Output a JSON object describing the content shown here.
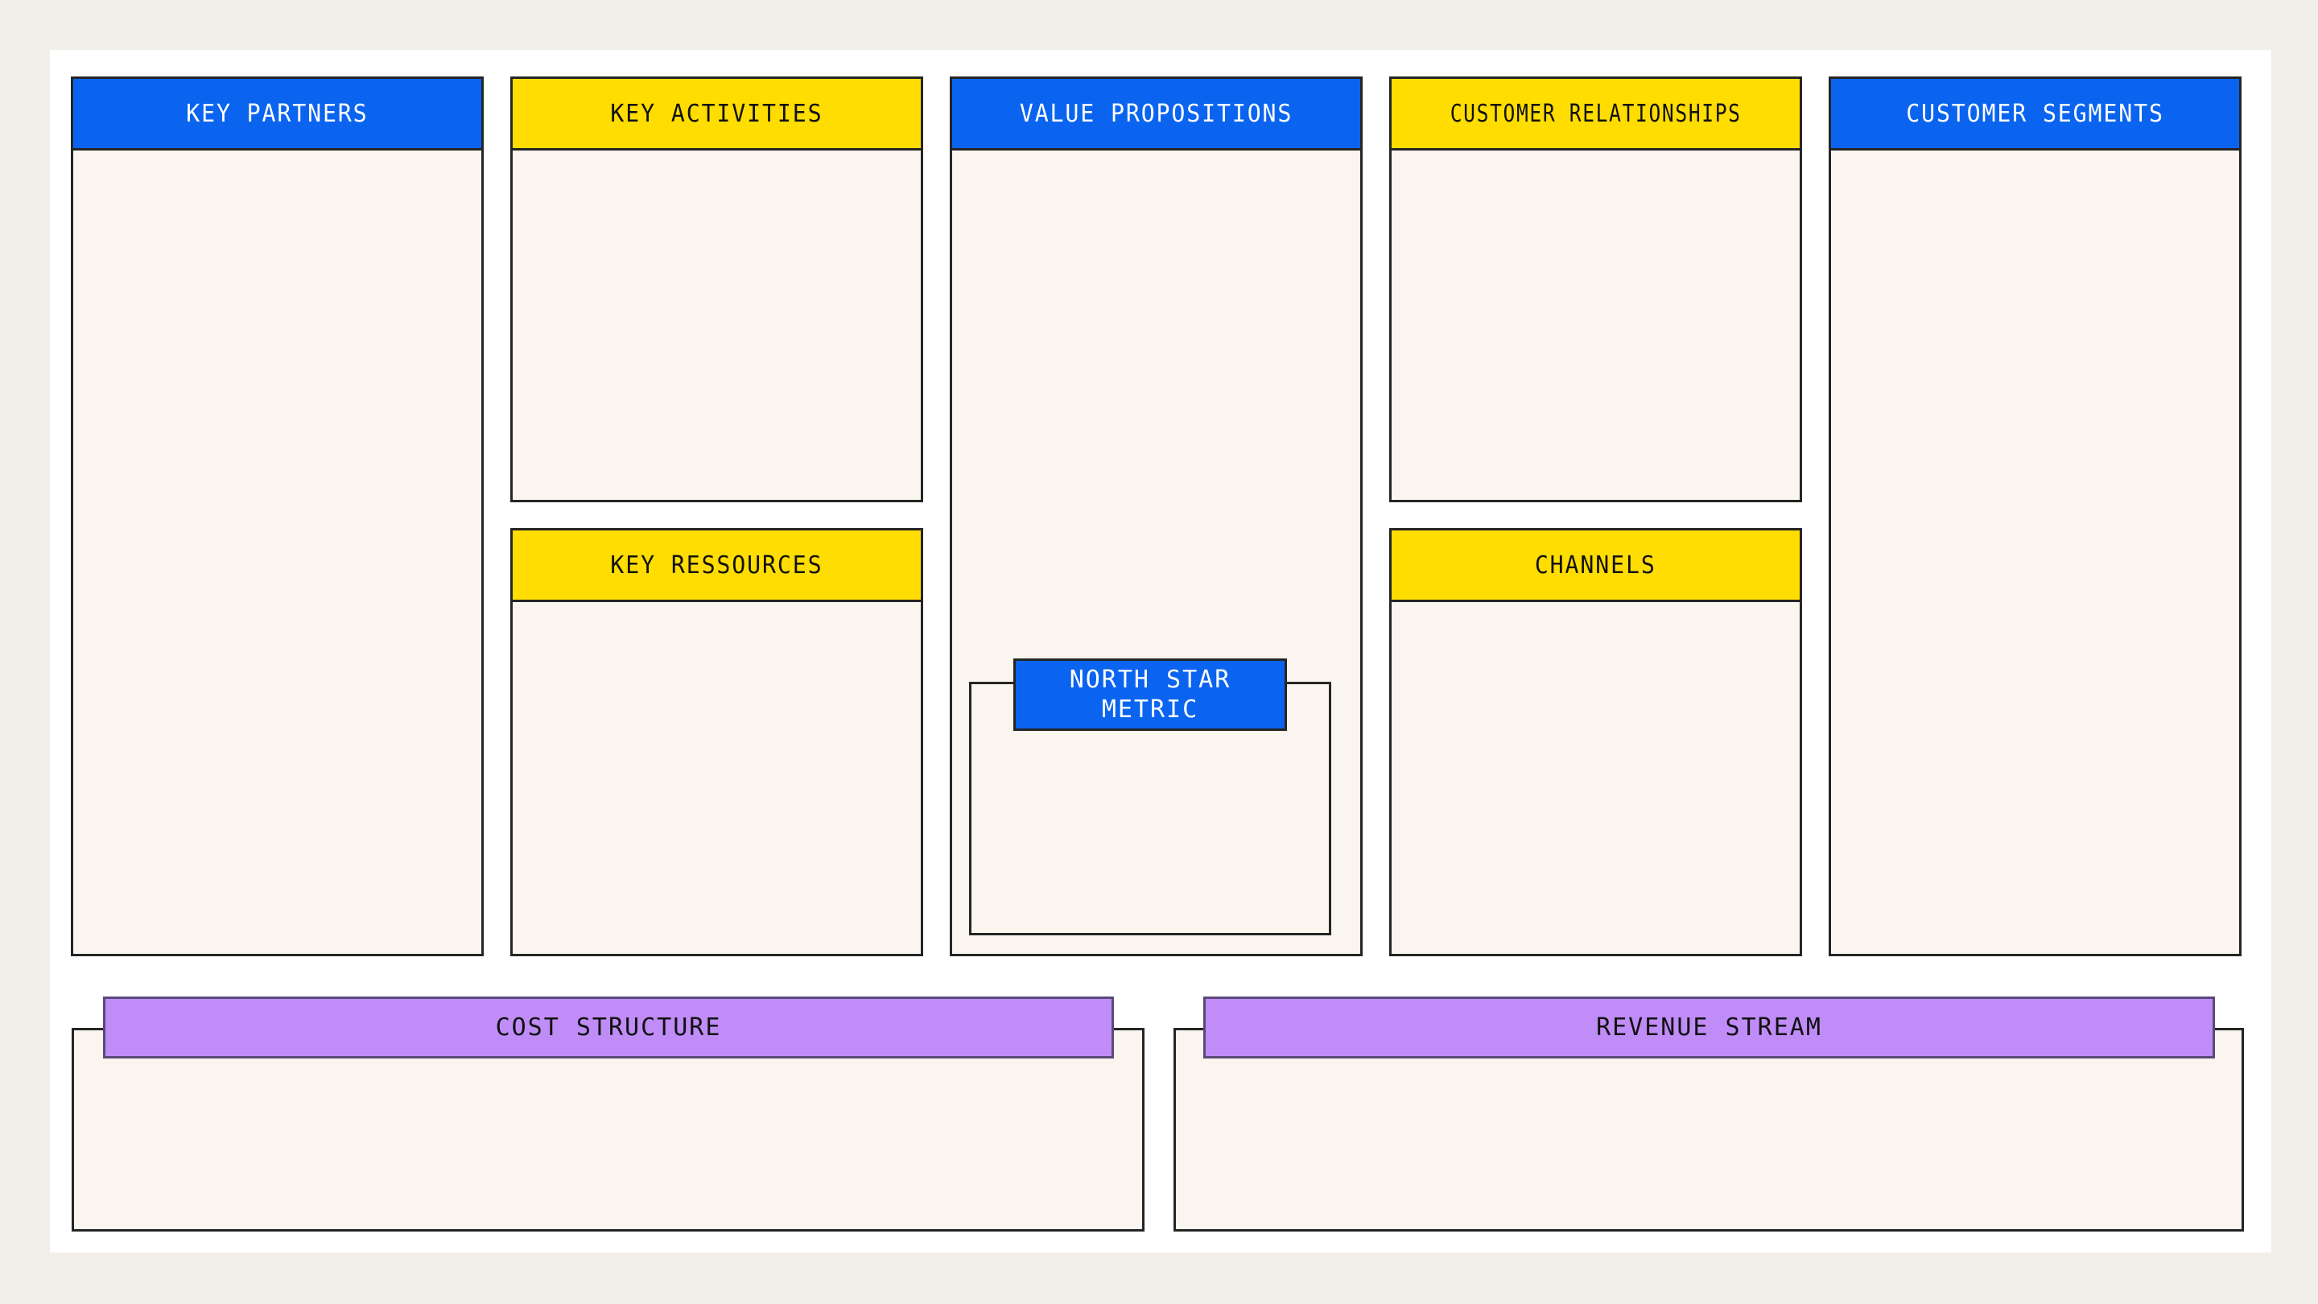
{
  "canvas": {
    "type": "business-model-canvas",
    "colors": {
      "page_background": "#F2EEE9",
      "sheet_background": "#FFFFFF",
      "box_fill": "#FAF5EE",
      "border": "#252525",
      "blue": "#0A64F0",
      "yellow": "#FFDD00",
      "purple": "#C08CF8",
      "text_on_blue": "#FFFFFF",
      "text_on_yellow": "#111111",
      "text_on_purple": "#111111"
    },
    "columns": [
      {
        "id": "key-partners",
        "header": "KEY PARTNERS",
        "accent": "blue"
      },
      {
        "id": "key-activities",
        "header": "KEY ACTIVITIES",
        "accent": "yellow"
      },
      {
        "id": "key-ressources",
        "header": "KEY RESSOURCES",
        "accent": "yellow"
      },
      {
        "id": "value-propositions",
        "header": "VALUE PROPOSITIONS",
        "accent": "blue"
      },
      {
        "id": "customer-relationships",
        "header": "CUSTOMER RELATIONSHIPS",
        "accent": "yellow"
      },
      {
        "id": "channels",
        "header": "CHANNELS",
        "accent": "yellow"
      },
      {
        "id": "customer-segments",
        "header": "CUSTOMER SEGMENTS",
        "accent": "blue"
      }
    ],
    "north_star_metric": {
      "line1": "NORTH STAR",
      "line2": "METRIC",
      "accent": "blue"
    },
    "bottom_row": [
      {
        "id": "cost-structure",
        "header": "COST STRUCTURE",
        "accent": "purple"
      },
      {
        "id": "revenue-stream",
        "header": "REVENUE STREAM",
        "accent": "purple"
      }
    ]
  }
}
